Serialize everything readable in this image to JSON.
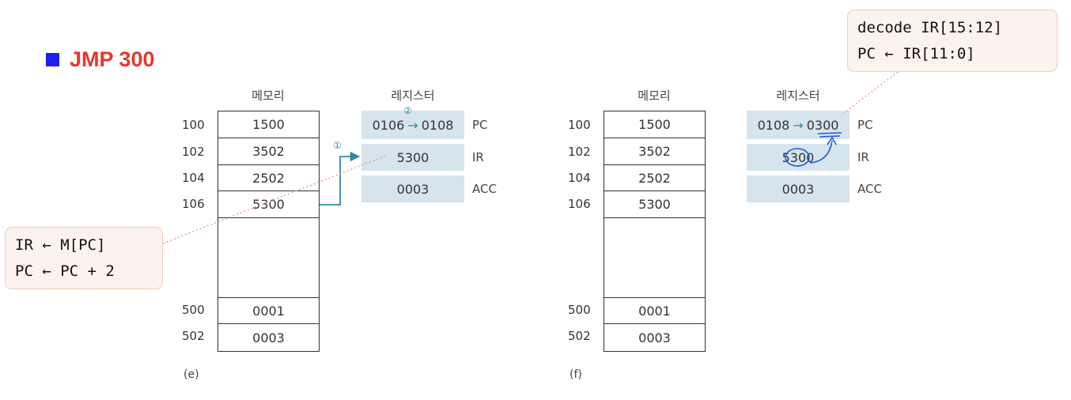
{
  "title": "JMP 300",
  "colors": {
    "bullet": "#1f1ff0",
    "title": "#e03a2c",
    "register_fill": "#d6e4ee",
    "arrow": "#2f8aa6",
    "pen": "#1a5bd8",
    "note_border": "#e8a387"
  },
  "left_diagram": {
    "memory_header": "메모리",
    "register_header": "레지스터",
    "memory": [
      {
        "addr": "100",
        "value": "1500"
      },
      {
        "addr": "102",
        "value": "3502"
      },
      {
        "addr": "104",
        "value": "2502"
      },
      {
        "addr": "106",
        "value": "5300"
      },
      {
        "addr": "500",
        "value": "0001"
      },
      {
        "addr": "502",
        "value": "0003"
      }
    ],
    "registers": [
      {
        "name": "PC",
        "old": "0106",
        "new": "0108"
      },
      {
        "name": "IR",
        "value": "5300"
      },
      {
        "name": "ACC",
        "value": "0003"
      }
    ],
    "step_fetch": "①",
    "step_increment": "②",
    "caption": "(e)"
  },
  "right_diagram": {
    "memory_header": "메모리",
    "register_header": "레지스터",
    "memory": [
      {
        "addr": "100",
        "value": "1500"
      },
      {
        "addr": "102",
        "value": "3502"
      },
      {
        "addr": "104",
        "value": "2502"
      },
      {
        "addr": "106",
        "value": "5300"
      },
      {
        "addr": "500",
        "value": "0001"
      },
      {
        "addr": "502",
        "value": "0003"
      }
    ],
    "registers": [
      {
        "name": "PC",
        "old": "0108",
        "new": "0300"
      },
      {
        "name": "IR",
        "value": "5300"
      },
      {
        "name": "ACC",
        "value": "0003"
      }
    ],
    "caption": "(f)"
  },
  "note_fetch": {
    "line1": "IR ← M[PC]",
    "line2": "PC ← PC + 2"
  },
  "note_decode": {
    "line1": "decode IR[15:12]",
    "line2": "PC ← IR[11:0]"
  },
  "arrow_glyph": "→"
}
